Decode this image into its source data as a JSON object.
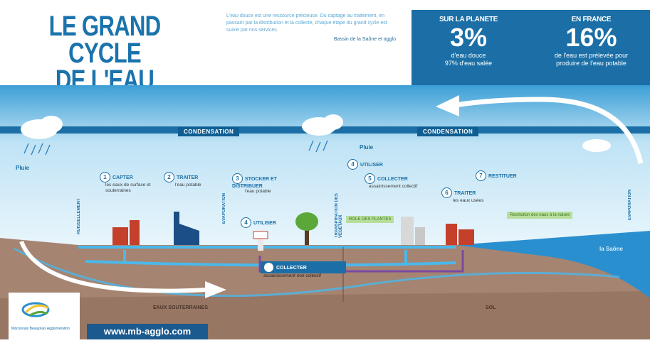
{
  "header": {
    "title_line1": "LE GRAND CYCLE",
    "title_line2": "DE L'EAU",
    "intro_text": "L'eau douce est une ressource précieuse. Du captage au traitement, en passant par la distribution et la collecte, chaque étape du grand cycle est suivie par nos services.",
    "intro_source": "Bassin de la Saône et agglo"
  },
  "stats": {
    "planet": {
      "label": "SUR LA PLANETE",
      "value": "3%",
      "desc1": "d'eau douce",
      "desc2": "97% d'eau salée"
    },
    "france": {
      "label": "EN FRANCE",
      "value": "16%",
      "desc1": "de l'eau est prélevée pour",
      "desc2": "produire de l'eau potable"
    }
  },
  "diagram": {
    "condensation_left": "CONDENSATION",
    "condensation_right": "CONDENSATION",
    "pluie_left": "Pluie",
    "pluie_center": "Pluie",
    "ruissellement": "RUISSELLEMENT",
    "evaporation_left": "EVAPORATION",
    "transpiration": "TRANSPIRATION DES VEGETAUX",
    "evaporation_right": "EVAPORATION",
    "steps": [
      {
        "num": "1",
        "title": "CAPTER",
        "sub": "les eaux de surface et souterraines"
      },
      {
        "num": "2",
        "title": "TRAITER",
        "sub": "l'eau potable"
      },
      {
        "num": "3",
        "title": "STOCKER ET DISTRIBUER",
        "sub": "l'eau potable"
      },
      {
        "num": "4",
        "title": "UTILISER",
        "sub": ""
      },
      {
        "num": "5",
        "title": "COLLECTER",
        "sub": "assainissement collectif"
      },
      {
        "num": "6",
        "title": "TRAITER",
        "sub": "les eaux usées"
      },
      {
        "num": "7",
        "title": "RESTITUER",
        "sub": ""
      },
      {
        "num": "4",
        "title": "UTILISER",
        "sub": ""
      },
      {
        "num": "5",
        "title": "COLLECTER",
        "sub": "assainissement non collectif"
      }
    ],
    "green_left": "ROLE DES PLANTES",
    "green_right": "Restitution des eaux à la nature",
    "river": "la Saône",
    "ground_left": "EAUX SOUTERRAINES",
    "ground_right": "SOL"
  },
  "footer": {
    "url": "www.mb-agglo.com",
    "logo_text": "Mâconnais Beaujolais Agglomération"
  },
  "colors": {
    "blue": "#1b6fa6",
    "sky": "#8fcae8",
    "ground": "#a07d6a",
    "water": "#3fa7dd"
  }
}
